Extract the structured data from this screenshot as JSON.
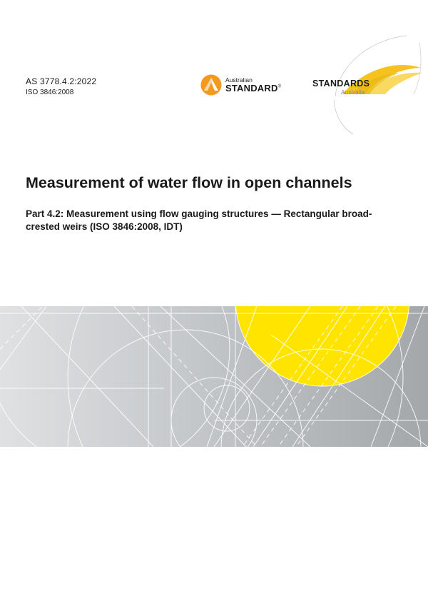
{
  "header": {
    "standard_number": "AS 3778.4.2:2022",
    "iso_reference": "ISO 3846:2008"
  },
  "australian_standard_logo": {
    "line1": "Australian",
    "line2": "STANDARD",
    "mark": "®",
    "icon": "triangle-mark-icon",
    "accent_color": "#f39a1e"
  },
  "standards_australia_logo": {
    "name": "STANDARDS",
    "sub": "Australia",
    "icon": "sunrise-arc-icon",
    "accent_color": "#f6c31d"
  },
  "document": {
    "title": "Measurement of water flow in open channels",
    "subtitle": "Part 4.2: Measurement using flow gauging structures — Rectangular broad-crested weirs (ISO 3846:2008, IDT)"
  },
  "cover_band": {
    "icon": "geometric-circles-graphic",
    "gradient_from": "#dfe1e3",
    "gradient_to": "#a4a7aa",
    "circle_color": "#ffe400"
  }
}
